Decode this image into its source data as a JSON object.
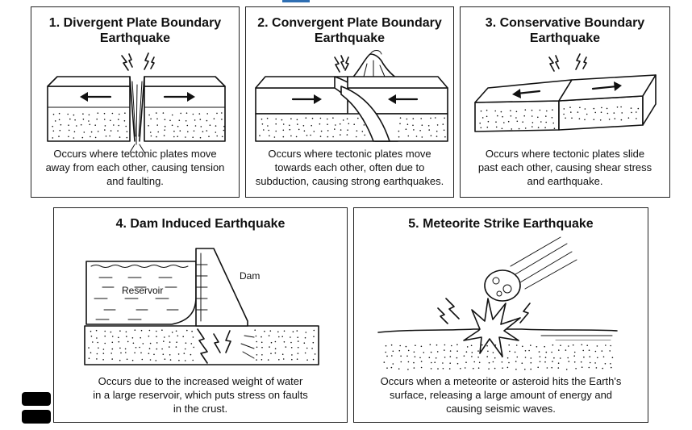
{
  "panels": [
    {
      "title": "1. Divergent Plate Boundary\nEarthquake",
      "description": "Occurs where tectonic plates move\naway from each other, causing tension\nand faulting."
    },
    {
      "title": "2. Convergent Plate Boundary\nEarthquake",
      "description": "Occurs where tectonic plates move\ntowards each other, often due to\nsubduction, causing strong earthquakes."
    },
    {
      "title": "3. Conservative Boundary\nEarthquake",
      "description": "Occurs where tectonic plates slide\npast each other, causing shear stress\nand earthquake."
    },
    {
      "title": "4. Dam Induced Earthquake",
      "description": "Occurs due to the increased weight of water\nin a large reservoir, which puts stress on faults\nin the crust.",
      "labels": {
        "reservoir": "Reservoir",
        "dam": "Dam"
      }
    },
    {
      "title": "5. Meteorite Strike Earthquake",
      "description": "Occurs when a meteorite or asteroid hits the Earth's\nsurface, releasing a large amount of energy and\ncausing seismic waves."
    }
  ],
  "icons": {
    "lightning": "lightning-bolt-icon",
    "arrow_left": "arrow-left-icon",
    "arrow_right": "arrow-right-icon"
  },
  "colors": {
    "line": "#111111",
    "background": "#ffffff",
    "accent_tab": "#2f6fb3"
  }
}
